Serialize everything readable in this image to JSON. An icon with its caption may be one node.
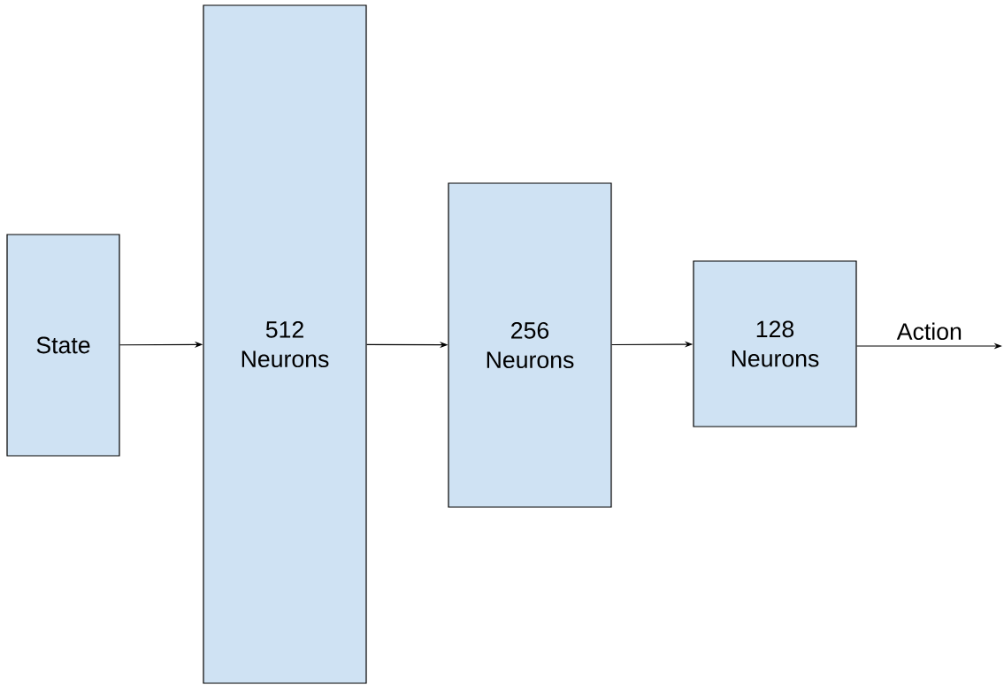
{
  "diagram": {
    "nodes": [
      {
        "text": [
          "State"
        ]
      },
      {
        "text": [
          "512 Neurons"
        ]
      },
      {
        "text": [
          "256 Neurons"
        ]
      },
      {
        "text": [
          "128 Neurons"
        ]
      }
    ],
    "edges": [
      {
        "from": 0,
        "to": 1,
        "arrow": "to"
      },
      {
        "from": 1,
        "to": 2,
        "arrow": "to"
      },
      {
        "from": 2,
        "to": 3,
        "arrow": "to"
      },
      {
        "from": 3,
        "to": null,
        "arrow": "to",
        "label": "Action"
      }
    ]
  }
}
